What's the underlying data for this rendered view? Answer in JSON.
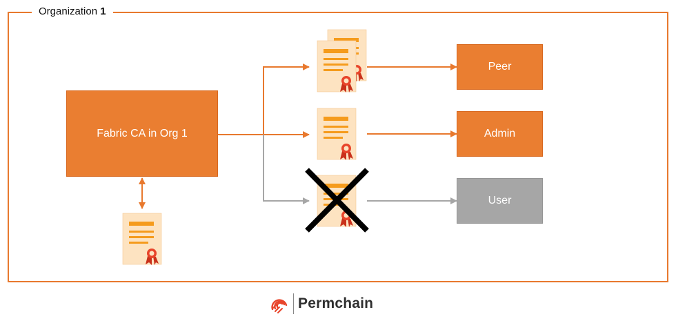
{
  "organization": {
    "label": "Organization",
    "number": "1"
  },
  "ca": {
    "label": "Fabric CA in Org 1"
  },
  "roles": {
    "peer": "Peer",
    "admin": "Admin",
    "user": "User"
  },
  "brand": {
    "name": "Permchain"
  },
  "colors": {
    "accent": "#EA7E31",
    "cert_paper": "#FDE3C1",
    "cert_lines": "#F59B1C",
    "seal": "#E8442A",
    "revoked_gray": "#A6A6A6",
    "cross": "#000000"
  }
}
